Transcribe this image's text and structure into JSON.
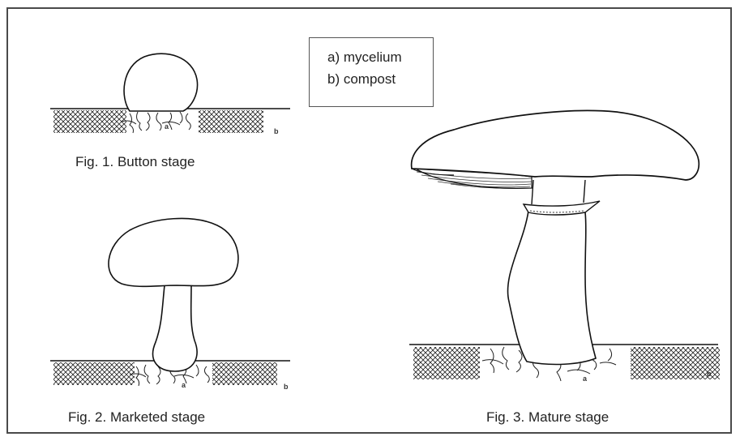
{
  "legend": {
    "item_a": "a) mycelium",
    "item_b": "b) compost"
  },
  "figures": {
    "fig1_caption": "Fig. 1. Button stage",
    "fig2_caption": "Fig. 2. Marketed stage",
    "fig3_caption": "Fig. 3. Mature stage"
  },
  "marks": {
    "a": "a",
    "b": "b"
  }
}
